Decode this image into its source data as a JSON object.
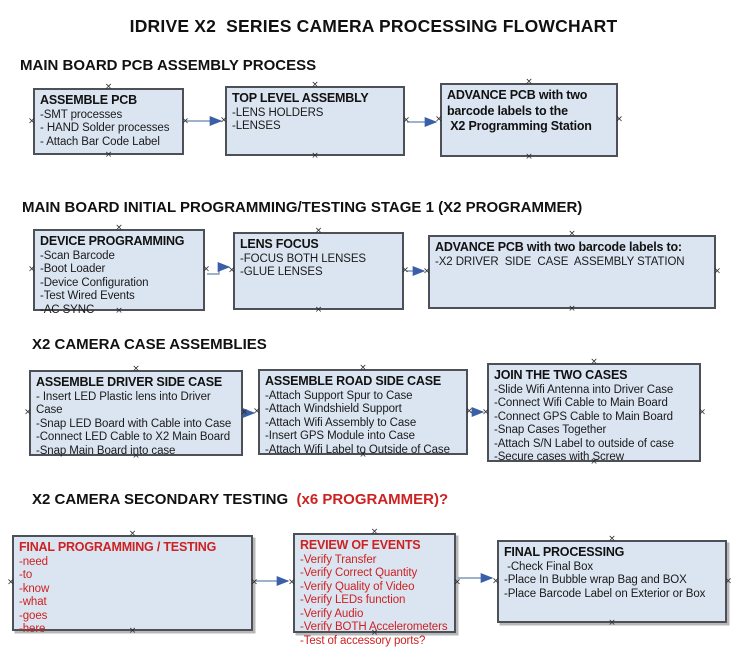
{
  "title": "IDRIVE X2  SERIES CAMERA PROCESSING FLOWCHART",
  "colors": {
    "text": "#111111",
    "box_fill": "#dbe5f1",
    "box_border": "#4d5157",
    "red_text": "#cc2222",
    "arrow_line": "#7f9ab8",
    "arrow_head": "#3a5fa8"
  },
  "icons": {
    "connection_handle": "×"
  },
  "sections": [
    {
      "header": "MAIN BOARD PCB ASSEMBLY PROCESS",
      "boxes": [
        {
          "title": "ASSEMBLE PCB",
          "items": [
            "-SMT processes",
            "- HAND Solder processes",
            "- Attach Bar Code Label"
          ]
        },
        {
          "title": "TOP LEVEL ASSEMBLY",
          "items": [
            "-LENS HOLDERS",
            "-LENSES"
          ]
        },
        {
          "title": "ADVANCE PCB with two barcode labels to the\n X2 Programming Station",
          "items": []
        }
      ]
    },
    {
      "header": "MAIN BOARD INITIAL PROGRAMMING/TESTING STAGE 1 (X2 PROGRAMMER)",
      "boxes": [
        {
          "title": "DEVICE PROGRAMMING",
          "items": [
            "-Scan Barcode",
            "-Boot Loader",
            "-Device Configuration",
            "-Test Wired Events",
            "-AC SYNC"
          ]
        },
        {
          "title": "LENS FOCUS",
          "items": [
            "-FOCUS BOTH LENSES",
            "-GLUE LENSES"
          ]
        },
        {
          "title": "ADVANCE PCB with two barcode labels to:",
          "items": [
            "-X2 DRIVER  SIDE  CASE  ASSEMBLY STATION"
          ]
        }
      ]
    },
    {
      "header": "X2 CAMERA CASE ASSEMBLIES",
      "boxes": [
        {
          "title": "ASSEMBLE DRIVER SIDE CASE",
          "items": [
            "- Insert LED Plastic lens into Driver Case",
            "-Snap LED Board with Cable into Case",
            "-Connect LED Cable to X2 Main Board",
            "-Snap Main Board into case"
          ]
        },
        {
          "title": "ASSEMBLE ROAD SIDE CASE",
          "items": [
            "-Attach Support Spur to Case",
            "-Attach Windshield Support",
            "-Attach Wifi Assembly to Case",
            "-Insert GPS Module into Case",
            "-Attach Wifi Label to Outside of Case"
          ]
        },
        {
          "title": "JOIN THE TWO CASES",
          "items": [
            "-Slide Wifi Antenna into Driver Case",
            "-Connect Wifi Cable to Main Board",
            "-Connect GPS Cable to Main Board",
            "-Snap Cases Together",
            "-Attach S/N Label to outside of case",
            "-Secure cases with Screw"
          ]
        }
      ]
    },
    {
      "header": "X2 CAMERA SECONDARY TESTING ",
      "header_red": " (x6 PROGRAMMER)?",
      "boxes": [
        {
          "title": "FINAL PROGRAMMING / TESTING",
          "items": [
            "-need",
            "-to",
            "-know",
            "-what",
            "-goes",
            "-here"
          ]
        },
        {
          "title": "REVIEW OF EVENTS",
          "items": [
            "-Verify Transfer",
            "-Verify Correct Quantity",
            "-Verify Quality of Video",
            "-Verify LEDs function",
            "-Verify Audio",
            "-Verify BOTH Accelerometers",
            "-Test of accessory ports?"
          ]
        },
        {
          "title": "FINAL PROCESSING",
          "items": [
            " -Check Final Box",
            "-Place In Bubble wrap Bag and BOX",
            "-Place Barcode Label on Exterior or Box"
          ]
        }
      ]
    }
  ]
}
